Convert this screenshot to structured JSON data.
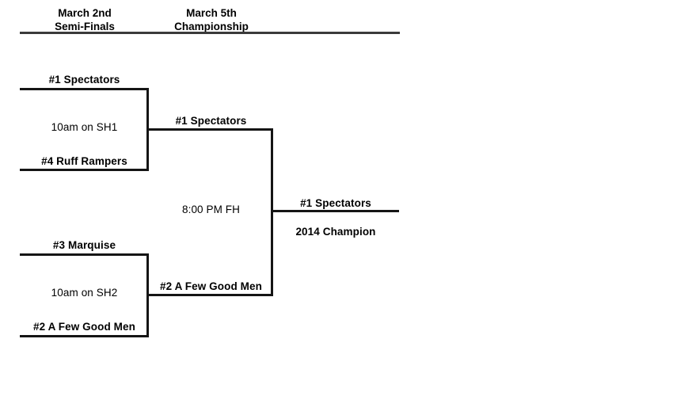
{
  "header": {
    "rounds": [
      {
        "date": "March 2nd",
        "name": "Semi-Finals"
      },
      {
        "date": "March 5th",
        "name": "Championship"
      }
    ]
  },
  "bracket": {
    "round1": {
      "matches": [
        {
          "top_team": "#1 Spectators",
          "bottom_team": "#4 Ruff Rampers",
          "info": "10am on SH1"
        },
        {
          "top_team": "#3 Marquise",
          "bottom_team": "#2 A Few Good Men",
          "info": "10am on SH2"
        }
      ]
    },
    "round2": {
      "matches": [
        {
          "top_team": "#1 Spectators",
          "bottom_team": "#2 A Few Good Men",
          "info": "8:00 PM FH"
        }
      ]
    },
    "final": {
      "winner": "#1 Spectators",
      "title": "2014 Champion"
    }
  },
  "colors": {
    "line": "#151515",
    "rule": "#3a3a3a",
    "text": "#000000",
    "background": "#ffffff"
  }
}
